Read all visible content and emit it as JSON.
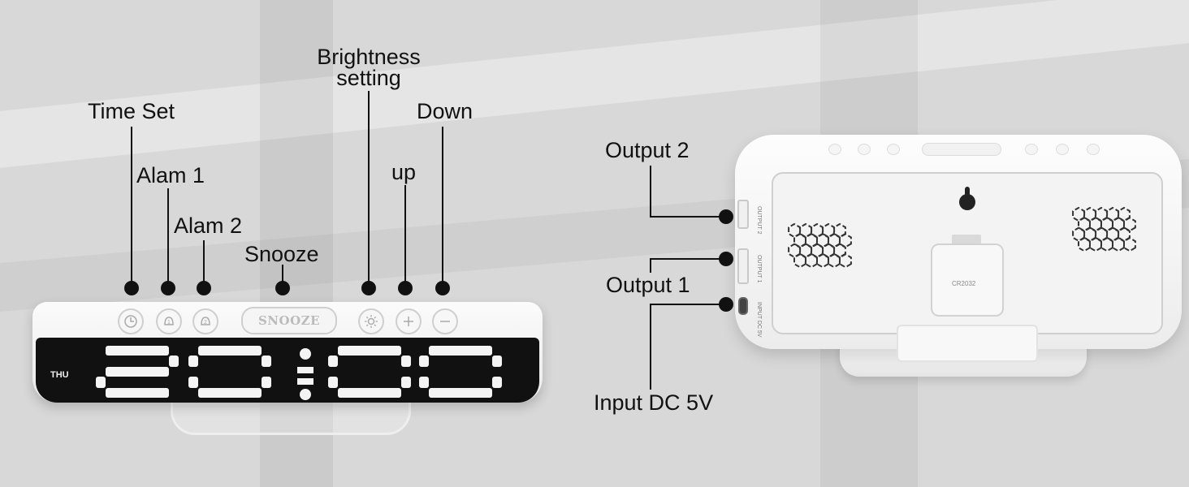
{
  "front_labels": {
    "time_set": "Time Set",
    "alarm1": "Alam 1",
    "alarm2": "Alam 2",
    "snooze": "Snooze",
    "brightness": "Brightness\nsetting",
    "up": "up",
    "down": "Down"
  },
  "back_labels": {
    "output2": "Output 2",
    "output1": "Output 1",
    "input": "Input DC 5V"
  },
  "display": {
    "day": "THU",
    "time": "20:00",
    "snooze_button": "SNOOZE"
  },
  "back_markings": {
    "output2_port": "OUTPUT 2",
    "output1_port": "OUTPUT 1",
    "input_port": "INPUT DC 5V",
    "battery": "CR2032"
  },
  "icons": [
    "clock-icon",
    "alarm-1-icon",
    "alarm-2-icon",
    "brightness-icon",
    "plus-icon",
    "minus-icon",
    "hanging-hole-icon",
    "speaker-grille-icon"
  ]
}
